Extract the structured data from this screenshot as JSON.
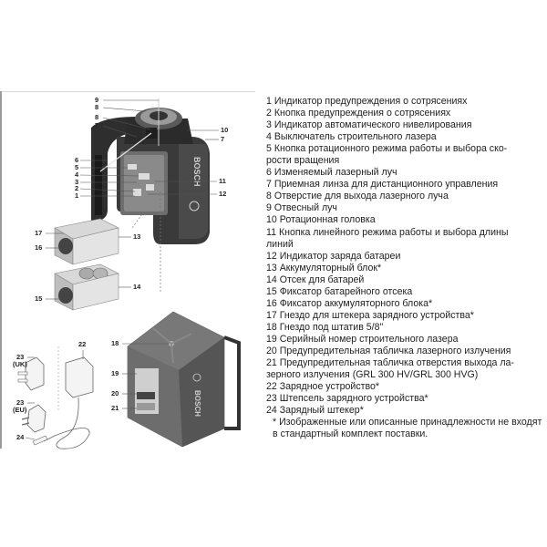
{
  "figure": {
    "main_unit_brand": "BOSCH",
    "bottom_unit_brand": "BOSCH",
    "callouts_front": [
      "9",
      "8",
      "8",
      "7",
      "10",
      "7",
      "6",
      "5",
      "4",
      "3",
      "2",
      "1",
      "11",
      "12"
    ],
    "callouts_battery": [
      "17",
      "16",
      "13",
      "15",
      "14"
    ],
    "callouts_charger": [
      "22",
      "23",
      "(UK)",
      "23",
      "(EU)",
      "24"
    ],
    "callouts_bottom": [
      "18",
      "19",
      "20",
      "21"
    ]
  },
  "legend": {
    "items": [
      "1 Индикатор предупреждения о сотрясениях",
      "2 Кнопка предупреждения о сотрясениях",
      "3 Индикатор автоматического нивелирования",
      "4 Выключатель строительного лазера",
      "5 Кнопка ротационного режима работы и выбора ско-",
      "рости вращения",
      "6 Изменяемый лазерный луч",
      "7 Приемная линза для дистанционного управления",
      "8 Отверстие для выхода лазерного луча",
      "9 Отвесный луч",
      "10 Ротационная головка",
      "11 Кнопка линейного режима работы и выбора длины",
      "линий",
      "12 Индикатор заряда батареи",
      "13 Аккумуляторный блок*",
      "14 Отсек для батарей",
      "15 Фиксатор батарейного отсека",
      "16 Фиксатор аккумуляторного блока*",
      "17 Гнездо для штекера зарядного устройства*",
      "18 Гнездо под штатив 5/8\"",
      "19 Серийный номер строительного лазера",
      "20 Предупредительная табличка лазерного излучения",
      "21 Предупредительная табличка отверстия выхода ла-",
      "зерного излучения (GRL 300 HV/GRL 300 HVG)",
      "22 Зарядное устройство*",
      "23 Штепсель зарядного устройства*",
      "24 Зарядный штекер*"
    ],
    "footnote": "* Изображенные или описанные принадлежности не входят в стандартный комплект поставки."
  }
}
